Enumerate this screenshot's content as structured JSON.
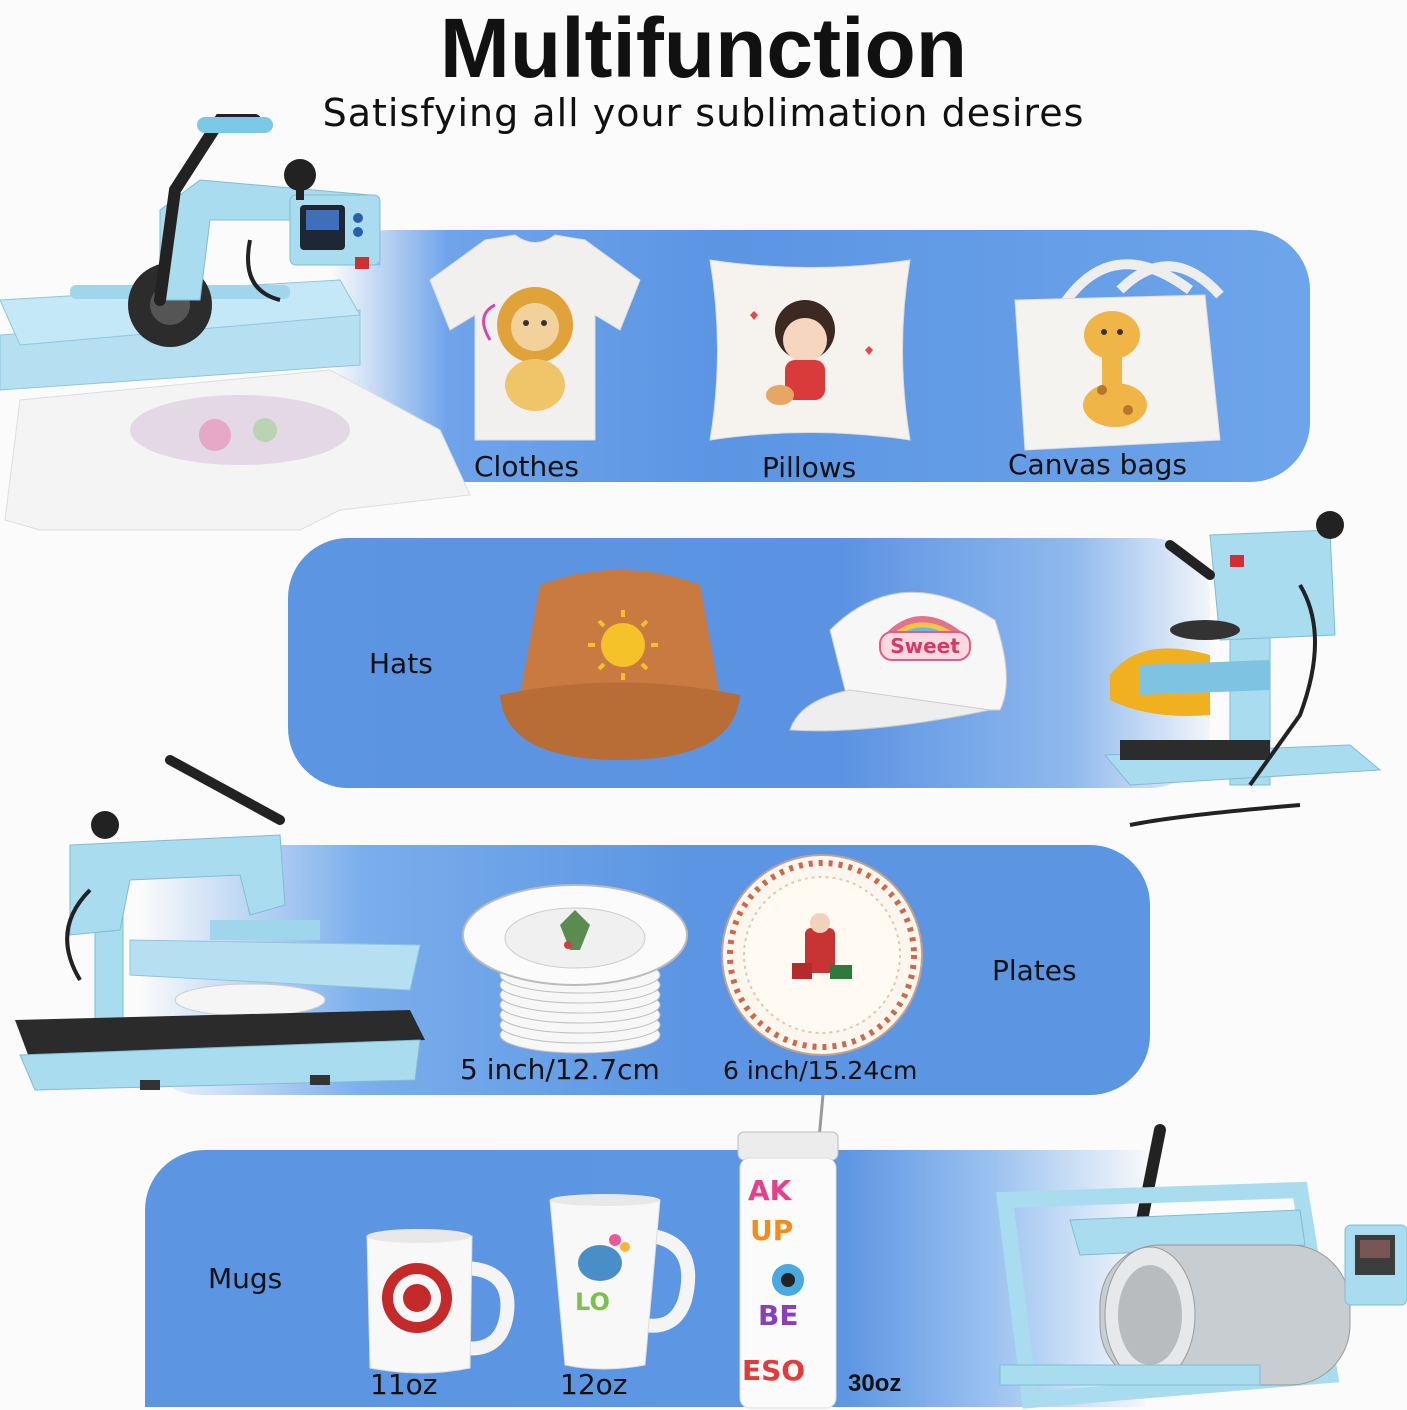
{
  "header": {
    "title": "Multifunction",
    "subtitle": "Satisfying all your sublimation desires"
  },
  "sections": {
    "apparel": {
      "items": [
        "Clothes",
        "Pillows",
        "Canvas bags"
      ]
    },
    "hats": {
      "label": "Hats"
    },
    "plates": {
      "label": "Plates",
      "sizes": [
        "5 inch/12.7cm",
        "6 inch/15.24cm"
      ]
    },
    "mugs": {
      "label": "Mugs",
      "sizes": [
        "11oz",
        "12oz",
        "30oz"
      ]
    }
  },
  "decor": {
    "cap_badge": "Sweet",
    "tumbler_text": [
      "AK",
      "UP",
      "BE",
      "ESO"
    ],
    "mug_text": "LO"
  },
  "colors": {
    "band_blue": "#5b95e3",
    "machine_blue": "#a9dcef",
    "background": "#fbfbfb"
  }
}
